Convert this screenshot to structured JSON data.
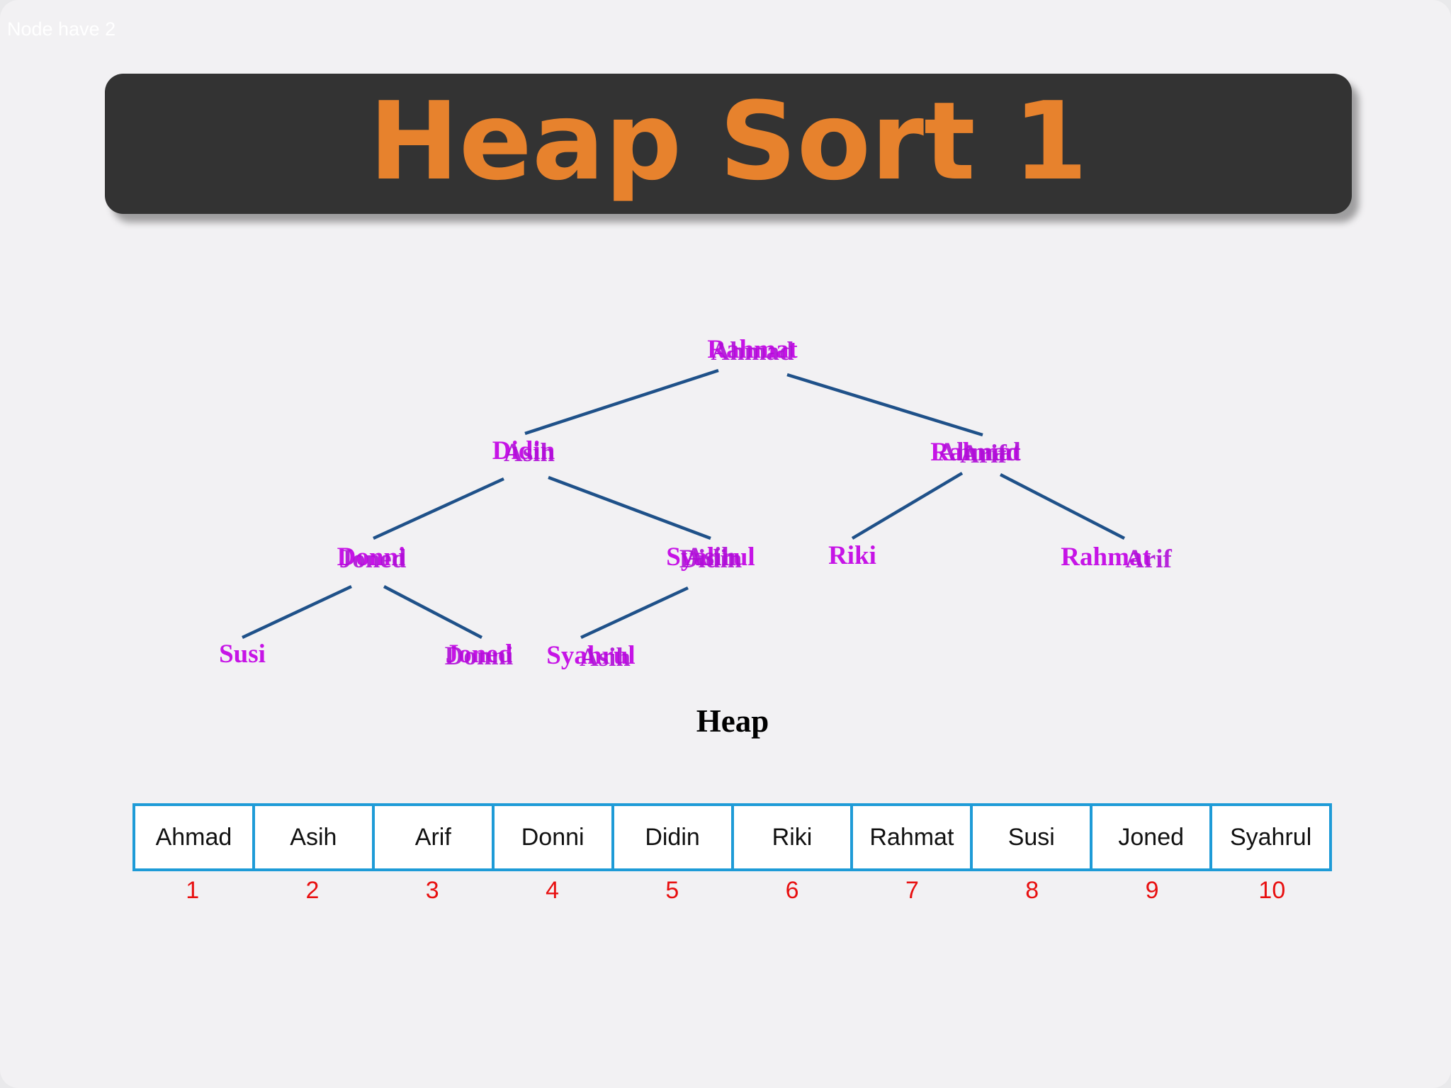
{
  "slide": {
    "corner_label": "Node have 2",
    "title": "Heap Sort 1",
    "caption": "Heap"
  },
  "colors": {
    "title_bar": "#333333",
    "title_text": "#e7822d",
    "node_label": "#c614e6",
    "edge": "#1f5189",
    "array_border": "#1e9bd7",
    "index_text": "#e81010"
  },
  "tree": {
    "nodes": [
      {
        "id": "n1",
        "labels": [
          "Rahmat",
          "Ahmad"
        ]
      },
      {
        "id": "n2",
        "labels": [
          "Didin",
          "Asih"
        ]
      },
      {
        "id": "n3",
        "labels": [
          "Rahmat",
          "Arif",
          "Ahmad"
        ]
      },
      {
        "id": "n4",
        "labels": [
          "Donni",
          "Joned"
        ]
      },
      {
        "id": "n5",
        "labels": [
          "Syahrul",
          "Didin",
          "Asih"
        ]
      },
      {
        "id": "n6",
        "labels": [
          "Riki"
        ]
      },
      {
        "id": "n7",
        "labels": [
          "Rahmat",
          "Arif"
        ]
      },
      {
        "id": "n8",
        "labels": [
          "Susi"
        ]
      },
      {
        "id": "n9",
        "labels": [
          "Joned",
          "Donni"
        ]
      },
      {
        "id": "n10",
        "labels": [
          "Syahrul",
          "Asih"
        ]
      }
    ],
    "edges": [
      [
        "n1",
        "n2"
      ],
      [
        "n1",
        "n3"
      ],
      [
        "n2",
        "n4"
      ],
      [
        "n2",
        "n5"
      ],
      [
        "n3",
        "n6"
      ],
      [
        "n3",
        "n7"
      ],
      [
        "n4",
        "n8"
      ],
      [
        "n4",
        "n9"
      ],
      [
        "n5",
        "n10"
      ]
    ]
  },
  "array": {
    "cells": [
      "Ahmad",
      "Asih",
      "Arif",
      "Donni",
      "Didin",
      "Riki",
      "Rahmat",
      "Susi",
      "Joned",
      "Syahrul"
    ],
    "indices": [
      "1",
      "2",
      "3",
      "4",
      "5",
      "6",
      "7",
      "8",
      "9",
      "10"
    ]
  }
}
